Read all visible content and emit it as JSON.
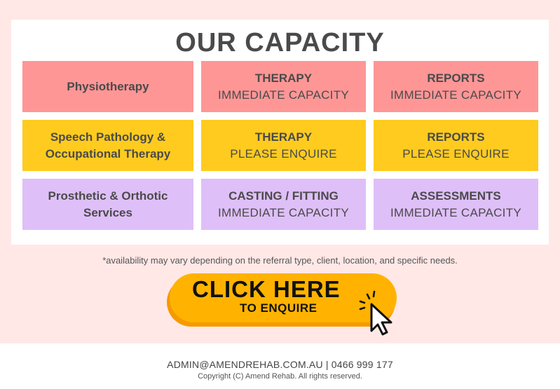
{
  "title": "OUR CAPACITY",
  "rows": [
    {
      "service": "Physiotherapy",
      "col2": {
        "heading": "THERAPY",
        "status": "IMMEDIATE CAPACITY"
      },
      "col3": {
        "heading": "REPORTS",
        "status": "IMMEDIATE CAPACITY"
      },
      "color": "#ff9696"
    },
    {
      "service": "Speech Pathology & Occupational Therapy",
      "col2": {
        "heading": "THERAPY",
        "status": "PLEASE ENQUIRE"
      },
      "col3": {
        "heading": "REPORTS",
        "status": "PLEASE ENQUIRE"
      },
      "color": "#ffcb1f"
    },
    {
      "service": "Prosthetic & Orthotic Services",
      "col2": {
        "heading": "CASTING / FITTING",
        "status": "IMMEDIATE CAPACITY"
      },
      "col3": {
        "heading": "ASSESSMENTS",
        "status": "IMMEDIATE CAPACITY"
      },
      "color": "#dfbff8"
    }
  ],
  "note": "*availability may vary depending on the referral type, client, location, and specific needs.",
  "cta": {
    "line1": "CLICK HERE",
    "line2": "TO ENQUIRE",
    "icon": "cursor-click-icon",
    "color": "#ffb300"
  },
  "footer": {
    "contact": "ADMIN@AMENDREHAB.COM.AU | 0466 999 177",
    "copyright": "Copyright (C) Amend Rehab. All rights reserved."
  }
}
